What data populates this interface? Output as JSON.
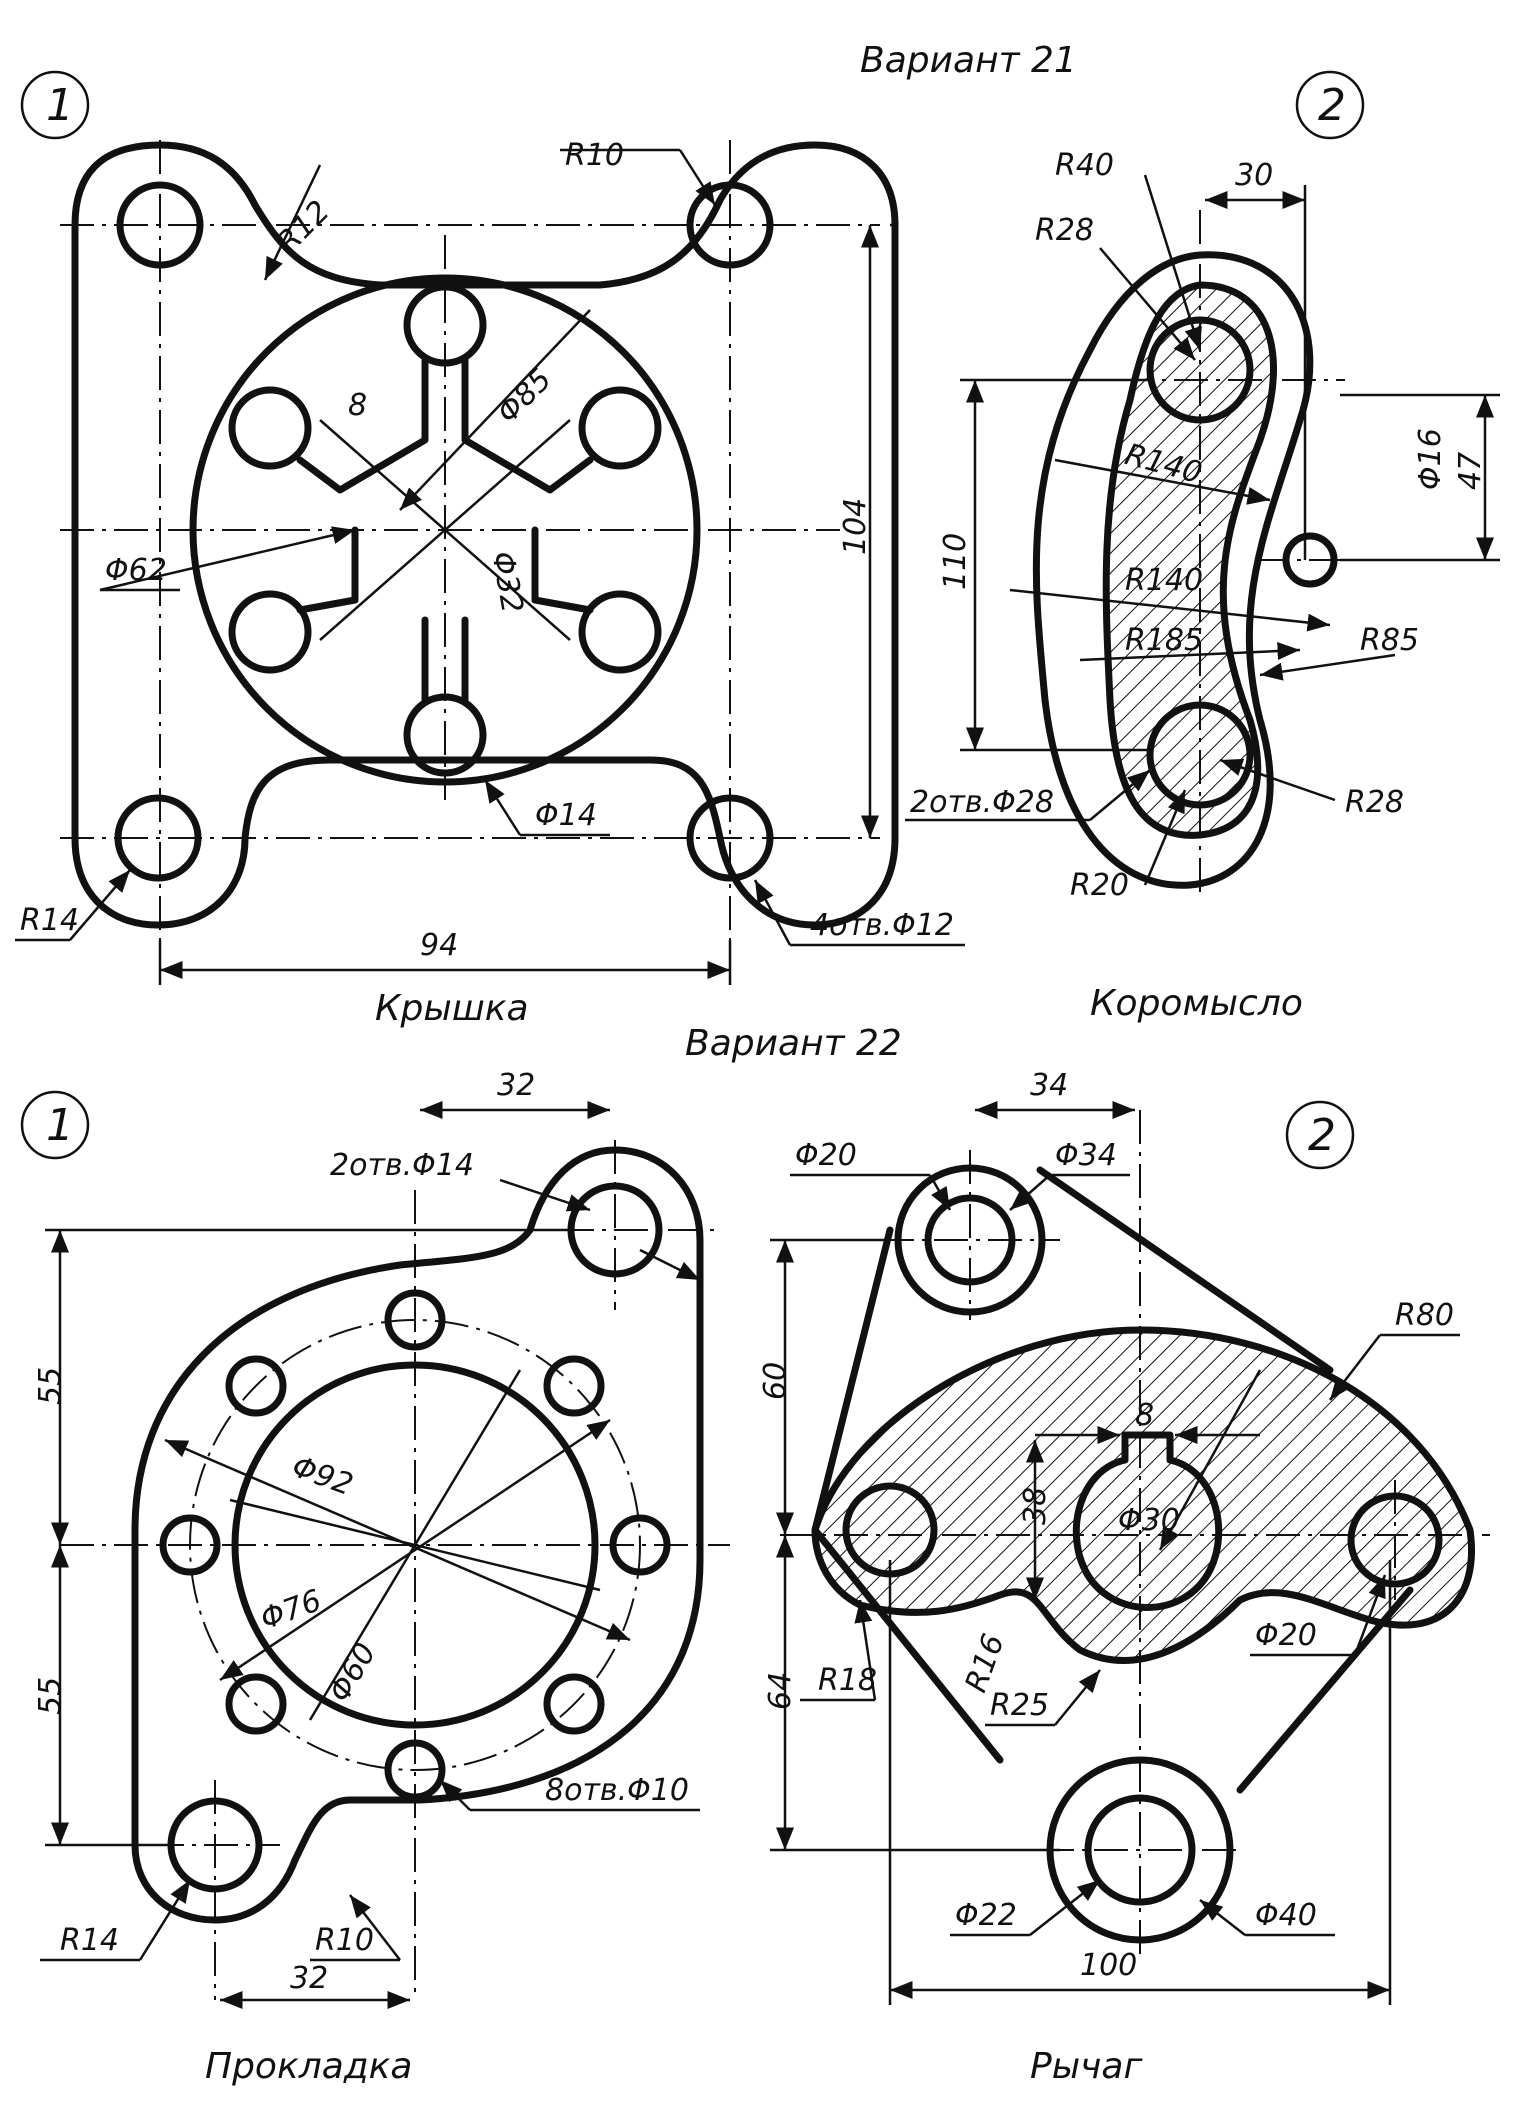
{
  "variant_21": {
    "heading": "Вариант 21",
    "part1": {
      "number": "1",
      "name": "Крышка",
      "labels": [
        "R10",
        "R12",
        "Φ85",
        "8",
        "Φ62",
        "Φ32",
        "104",
        "Φ14",
        "R14",
        "94",
        "4отв.Φ12"
      ]
    },
    "part2": {
      "number": "2",
      "name": "Коромысло",
      "labels": [
        "R40",
        "30",
        "R28",
        "R140",
        "Φ16",
        "47",
        "110",
        "R140",
        "R185",
        "R85",
        "2отв.Φ28",
        "R28",
        "R20"
      ]
    }
  },
  "variant_22": {
    "heading": "Вариант 22",
    "part1": {
      "number": "1",
      "name": "Прокладка",
      "labels": [
        "32",
        "2отв.Φ14",
        "55",
        "Φ92",
        "55",
        "Φ76",
        "Φ60",
        "8отв.Φ10",
        "R10",
        "R14",
        "32"
      ]
    },
    "part2": {
      "number": "2",
      "name": "Рычаг",
      "labels": [
        "34",
        "Φ20",
        "Φ34",
        "R80",
        "60",
        "8",
        "38",
        "Φ30",
        "R16",
        "R18",
        "R25",
        "Φ20",
        "64",
        "Φ22",
        "Φ40",
        "100"
      ]
    }
  },
  "colors": {
    "ink": "#111111",
    "paper": "#ffffff"
  }
}
